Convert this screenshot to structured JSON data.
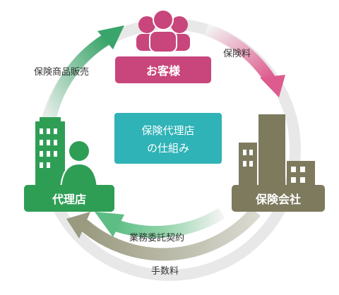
{
  "center": {
    "line1": "保険代理店",
    "line2": "の仕組み",
    "color": "#2fb3b7"
  },
  "nodes": {
    "customer": {
      "label": "お客様",
      "color": "#c8467b"
    },
    "agency": {
      "label": "代理店",
      "color": "#2f9e55"
    },
    "insurer": {
      "label": "保険会社",
      "color": "#7d7a5e"
    }
  },
  "flows": {
    "premium": {
      "label": "保険料",
      "color": "#dd5b8e"
    },
    "product_sales": {
      "label": "保険商品販売",
      "color": "#3aa56a"
    },
    "business_contract": {
      "label": "業務委託契約",
      "color": "#5dbd85"
    },
    "commission": {
      "label": "手数料",
      "color": "#9a9a80"
    }
  },
  "ring_color": "#e8e8e8"
}
